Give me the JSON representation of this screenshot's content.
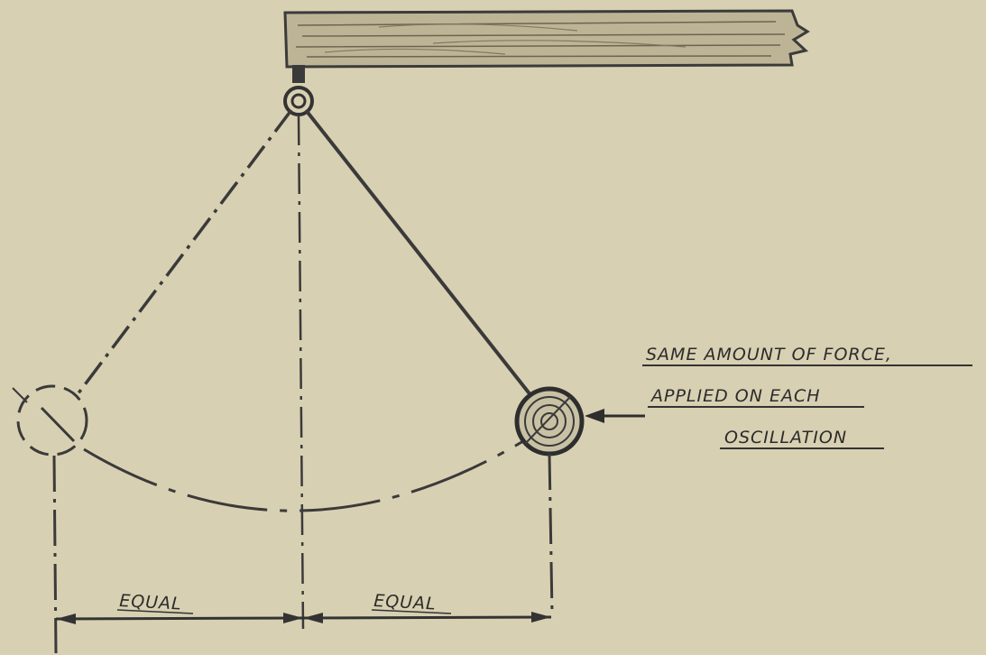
{
  "diagram": {
    "labels": {
      "equal_left": "EQUAL",
      "equal_right": "EQUAL",
      "annotation_line1": "SAME AMOUNT OF FORCE,",
      "annotation_line2": "APPLIED ON EACH",
      "annotation_line3": "OSCILLATION"
    }
  }
}
